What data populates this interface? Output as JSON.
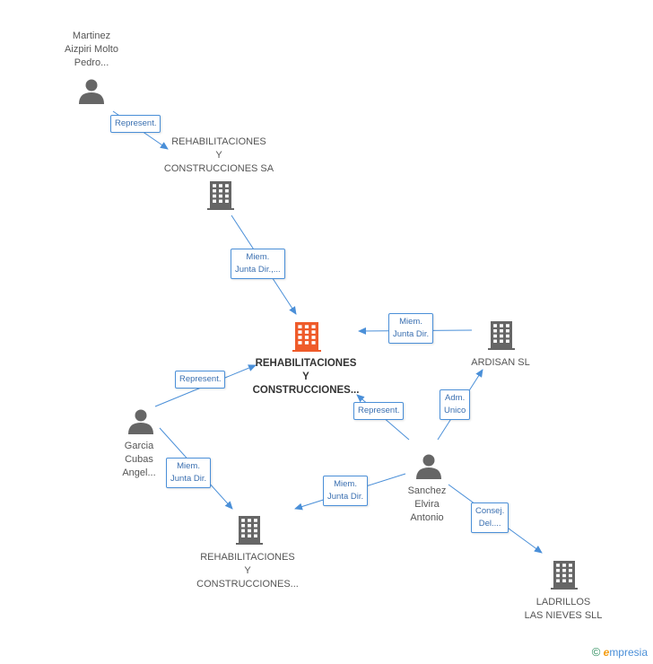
{
  "colors": {
    "link": "#4a8fd8",
    "person": "#666666",
    "company": "#666666",
    "main_company": "#ef5b2a"
  },
  "nodes": {
    "martinez": {
      "lines": [
        "Martinez",
        "Aizpiri Molto",
        "Pedro..."
      ],
      "icon": "person-icon"
    },
    "rehab_sa": {
      "lines": [
        "REHABILITACIONES",
        "Y",
        "CONSTRUCCIONES SA"
      ],
      "icon": "building-icon"
    },
    "main": {
      "lines": [
        "REHABILITACIONES",
        "Y",
        "CONSTRUCCIONES..."
      ],
      "icon": "building-icon"
    },
    "ardisan": {
      "lines": [
        "ARDISAN SL"
      ],
      "icon": "building-icon"
    },
    "garcia": {
      "lines": [
        "Garcia",
        "Cubas",
        "Angel..."
      ],
      "icon": "person-icon"
    },
    "sanchez": {
      "lines": [
        "Sanchez",
        "Elvira",
        "Antonio"
      ],
      "icon": "person-icon"
    },
    "rehab_bottom": {
      "lines": [
        "REHABILITACIONES",
        "Y",
        "CONSTRUCCIONES..."
      ],
      "icon": "building-icon"
    },
    "ladrillos": {
      "lines": [
        "LADRILLOS",
        "LAS NIEVES SLL"
      ],
      "icon": "building-icon"
    }
  },
  "relations": {
    "r1": [
      "Represent."
    ],
    "r2": [
      "Miem.",
      "Junta Dir.,..."
    ],
    "r3": [
      "Miem.",
      "Junta Dir."
    ],
    "r4": [
      "Represent."
    ],
    "r5": [
      "Adm.",
      "Unico"
    ],
    "r6": [
      "Represent."
    ],
    "r7": [
      "Miem.",
      "Junta Dir."
    ],
    "r8": [
      "Miem.",
      "Junta Dir."
    ],
    "r9": [
      "Consej.",
      "Del...."
    ]
  },
  "brand": {
    "copyright": "©",
    "initial": "e",
    "rest": "mpresia"
  }
}
